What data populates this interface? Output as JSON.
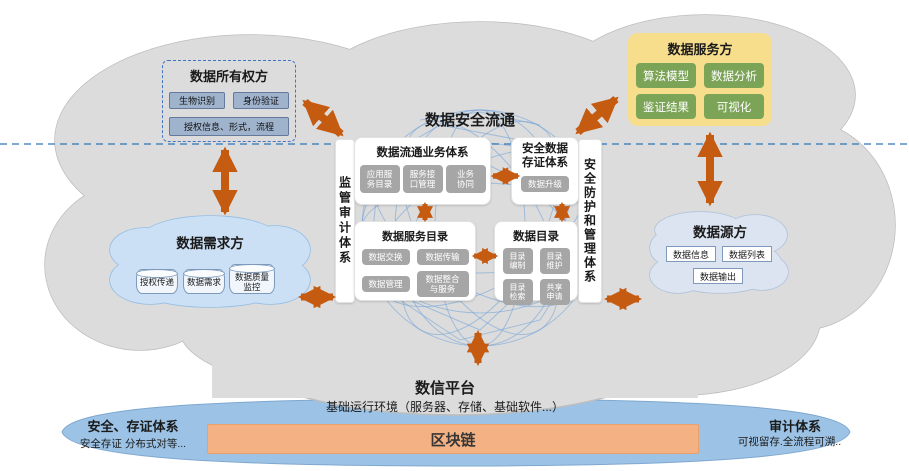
{
  "colors": {
    "arrow": "#C55A11",
    "big_cloud_fill": "#DCDCDC",
    "big_cloud_stroke": "#BDBDBD",
    "demander_cloud_fill": "#CBE0F5",
    "demander_cloud_stroke": "#94BDE4",
    "source_cloud_fill": "#DBE4F0",
    "source_cloud_stroke": "#AEC2DB",
    "steel_button_fill": "#9FB3CC",
    "steel_button_border": "#64799B",
    "gray_button_fill": "#A6A6A6",
    "green_button_fill": "#7CA457",
    "yellow_panel_fill": "#F7DE8D",
    "band_fill": "#9CC3E6",
    "band_stroke": "#7FA8CF",
    "blockchain_fill": "#F4B183",
    "dashed_line": "#2E75B6",
    "globe_stroke": "#6FA3D8"
  },
  "owner": {
    "title": "数据所有权方",
    "btn_bio": "生物识别",
    "btn_identity": "身份验证",
    "btn_auth": "授权信息、形式，流程"
  },
  "service_provider": {
    "title": "数据服务方",
    "btn_algorithm": "算法模型",
    "btn_analysis": "数据分析",
    "btn_attest": "鉴证结果",
    "btn_visual": "可视化"
  },
  "center": {
    "globe_title": "数据安全流通",
    "left_bar": "监管审计体系",
    "right_bar": "安全防护和管理体系",
    "flow_business": {
      "title": "数据流通业务体系",
      "btn_app_catalog": "应用服\n务目录",
      "btn_api_mgmt": "服务接\n口管理",
      "btn_collab": "业务\n协同"
    },
    "secure_storage": {
      "title": "安全数据\n存证体系",
      "btn_upgrade": "数据升级"
    },
    "service_catalog": {
      "title": "数据服务目录",
      "btn_exchange": "数据交换",
      "btn_transfer": "数据传输",
      "btn_manage": "数据管理",
      "btn_integrate": "数据整合\n与服务"
    },
    "data_catalog": {
      "title": "数据目录",
      "btn_compile": "目录\n编制",
      "btn_maintain": "目录\n维护",
      "btn_search": "目录\n检索",
      "btn_share": "共享\n申请"
    }
  },
  "demander": {
    "title": "数据需求方",
    "db_auth": "授权传递",
    "db_need": "数据需求",
    "db_quality": "数据质量\n监控"
  },
  "source": {
    "title": "数据源方",
    "box_info": "数据信息",
    "box_list": "数据列表",
    "box_output": "数据输出"
  },
  "platform": {
    "title": "数信平台",
    "subtitle": "基础运行环境（服务器、存储、基础软件...）",
    "blockchain": "区块链"
  },
  "band_left": {
    "title": "安全、存证体系",
    "desc": "安全存证 分布式对等..."
  },
  "band_right": {
    "title": "审计体系",
    "desc": "可视留存.全流程可溯.."
  }
}
